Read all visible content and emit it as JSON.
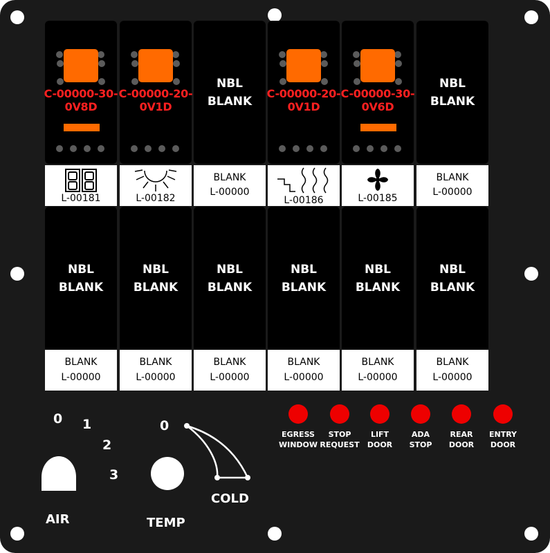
{
  "colors": {
    "panel": "#1a1a1a",
    "switch_face": "#000000",
    "lamp": "#ff6a00",
    "code_text": "#ff2020",
    "indicator": "#ee0000",
    "legend_bg": "#ffffff"
  },
  "top_row": [
    {
      "lamp": true,
      "code": [
        "C-00000-30-",
        "0V8D"
      ],
      "bar": true,
      "legend_icon": "seat-icon",
      "legend": [
        "",
        "L-00181"
      ]
    },
    {
      "lamp": true,
      "code": [
        "C-00000-20-",
        "0V1D"
      ],
      "bar": false,
      "legend_icon": "sun-icon",
      "legend": [
        "",
        "L-00182"
      ]
    },
    {
      "lamp": false,
      "code": [
        "NBL",
        "BLANK"
      ],
      "bar": false,
      "legend_icon": "",
      "legend": [
        "BLANK",
        "L-00000"
      ]
    },
    {
      "lamp": true,
      "code": [
        "C-00000-20-",
        "0V1D"
      ],
      "bar": false,
      "legend_icon": "heat-icon",
      "legend": [
        "",
        "L-00186"
      ]
    },
    {
      "lamp": true,
      "code": [
        "C-00000-30-",
        "0V6D"
      ],
      "bar": true,
      "legend_icon": "fan-icon",
      "legend": [
        "",
        "L-00185"
      ]
    },
    {
      "lamp": false,
      "code": [
        "NBL",
        "BLANK"
      ],
      "bar": false,
      "legend_icon": "",
      "legend": [
        "BLANK",
        "L-00000"
      ]
    }
  ],
  "bottom_row": [
    {
      "text": [
        "NBL",
        "BLANK"
      ],
      "legend": [
        "BLANK",
        "L-00000"
      ]
    },
    {
      "text": [
        "NBL",
        "BLANK"
      ],
      "legend": [
        "BLANK",
        "L-00000"
      ]
    },
    {
      "text": [
        "NBL",
        "BLANK"
      ],
      "legend": [
        "BLANK",
        "L-00000"
      ]
    },
    {
      "text": [
        "NBL",
        "BLANK"
      ],
      "legend": [
        "BLANK",
        "L-00000"
      ]
    },
    {
      "text": [
        "NBL",
        "BLANK"
      ],
      "legend": [
        "BLANK",
        "L-00000"
      ]
    },
    {
      "text": [
        "NBL",
        "BLANK"
      ],
      "legend": [
        "BLANK",
        "L-00000"
      ]
    }
  ],
  "air_dial": {
    "label": "AIR",
    "positions": [
      "0",
      "1",
      "2",
      "3"
    ]
  },
  "temp_dial": {
    "label": "TEMP",
    "min_label": "0",
    "max_label": "COLD"
  },
  "indicators": [
    {
      "lines": [
        "EGRESS",
        "WINDOW"
      ]
    },
    {
      "lines": [
        "STOP",
        "REQUEST"
      ]
    },
    {
      "lines": [
        "LIFT",
        "DOOR"
      ]
    },
    {
      "lines": [
        "ADA",
        "STOP"
      ]
    },
    {
      "lines": [
        "REAR",
        "DOOR"
      ]
    },
    {
      "lines": [
        "ENTRY",
        "DOOR"
      ]
    }
  ]
}
